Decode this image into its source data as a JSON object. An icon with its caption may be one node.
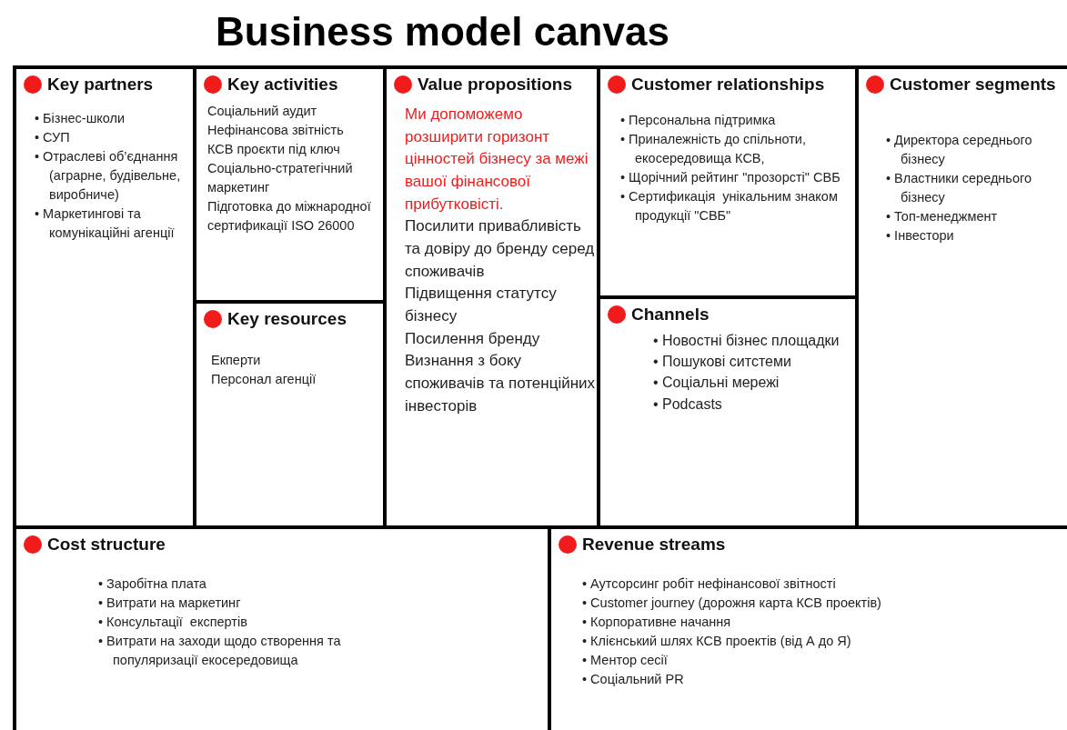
{
  "diagram": {
    "title": "Business model canvas",
    "nodes": [
      {
        "text": [
          "Key partners",
          "• Бізнес-школи",
          "• СУП",
          "• Отраслеві об’єднання (аграрне, будівельне, виробниче)",
          "• Маркетингові та комунікаційні агенції"
        ]
      },
      {
        "text": [
          "Key activities",
          "Соціальний аудит",
          "Нефінансова звітність",
          "КСВ проєкти під ключ",
          "Соціально-стратегічний маркетинг",
          "Підготовка до міжнародної сертификації ISO 26000"
        ]
      },
      {
        "text": [
          "Key resources",
          "Екперти",
          "Персонал агенції"
        ]
      },
      {
        "text": [
          "Value propositions",
          "Ми допоможемо розширити горизонт цінностей бізнесу за межі вашої фінансової прибутковісті.",
          "Посилити привабливість та довіру до бренду серед споживачів",
          "Підвищення статутсу бізнесу",
          "Посилення бренду",
          "Визнання з боку споживачів та потенційних інвесторів"
        ]
      },
      {
        "text": [
          "Customer relationships",
          "• Персональна підтримка",
          "• Приналежність до спільноти, екосередовища КСВ,",
          "• Щорічний рейтинг \"прозорсті\" СВБ",
          "• Сертификація  унікальним знаком продукції \"СВБ\""
        ]
      },
      {
        "text": [
          "Channels",
          "• Новостні бізнес площадки",
          "• Пошукові ситстеми",
          "• Соціальні мережі",
          "• Podcasts"
        ]
      },
      {
        "text": [
          "Customer segments",
          "• Директора середнього бізнесу",
          "• Властники середнього бізнесу",
          "• Топ-менеджмент",
          "• Інвестори"
        ]
      },
      {
        "text": [
          "Cost structure",
          "• Заробітна плата",
          "• Витрати на маркетинг",
          "• Консультації  експертів",
          "• Витрати на заходи щодо створення та популяризації екосередовища"
        ]
      },
      {
        "text": [
          "Revenue streams",
          "• Аутсорсинг робіт нефінансової звітності",
          "• Customer journey (дорожня карта КСВ проектів)",
          "• Корпоративне начання",
          "• Клієнський шлях КСВ проектів (від А до Я)",
          "• Ментор сесії",
          "• Соціальний PR"
        ]
      }
    ]
  }
}
